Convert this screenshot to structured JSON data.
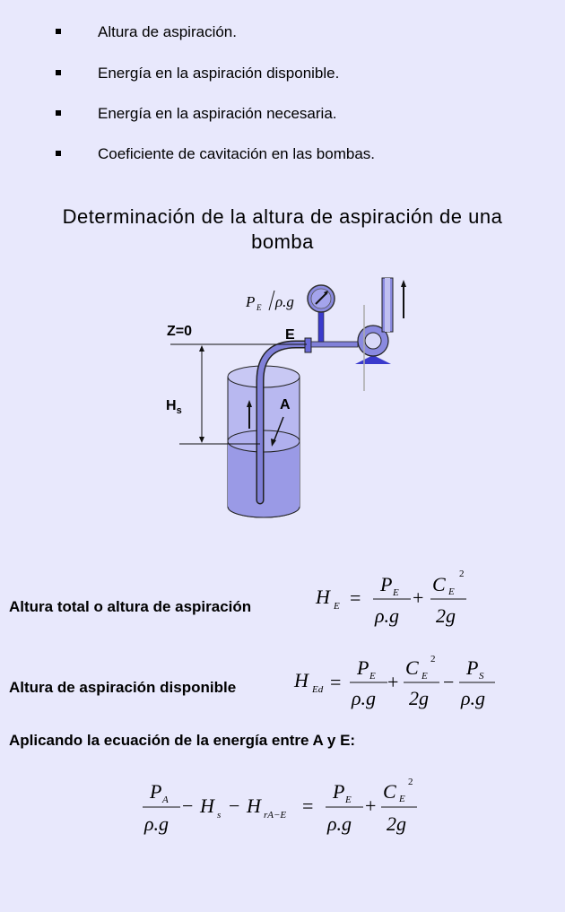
{
  "bullets": [
    "Altura de aspiración.",
    "Energía en la aspiración disponible.",
    "Energía en la aspiración necesaria.",
    "Coeficiente de cavitación en las bombas."
  ],
  "heading": {
    "line1": "Determinación de la altura de aspiración de una",
    "line2": "bomba"
  },
  "diagram": {
    "z_label": "Z=0",
    "e_label": "E",
    "a_label": "A",
    "hs_label": "H",
    "hs_sub": "s",
    "gauge_label": "P",
    "gauge_sub": "E",
    "gauge_den": "ρ.g"
  },
  "formulas": {
    "f1_label": "Altura total o altura de aspiración",
    "f2_label": "Altura de aspiración disponible",
    "f3_label": "Aplicando la ecuación de la energía entre A y E:"
  },
  "colors": {
    "background": "#e8e8fc",
    "tank_fill": "#b8b8f0",
    "liquid": "#9a9ae6",
    "pipe": "#8080d8",
    "pump": "#3a3acc"
  }
}
